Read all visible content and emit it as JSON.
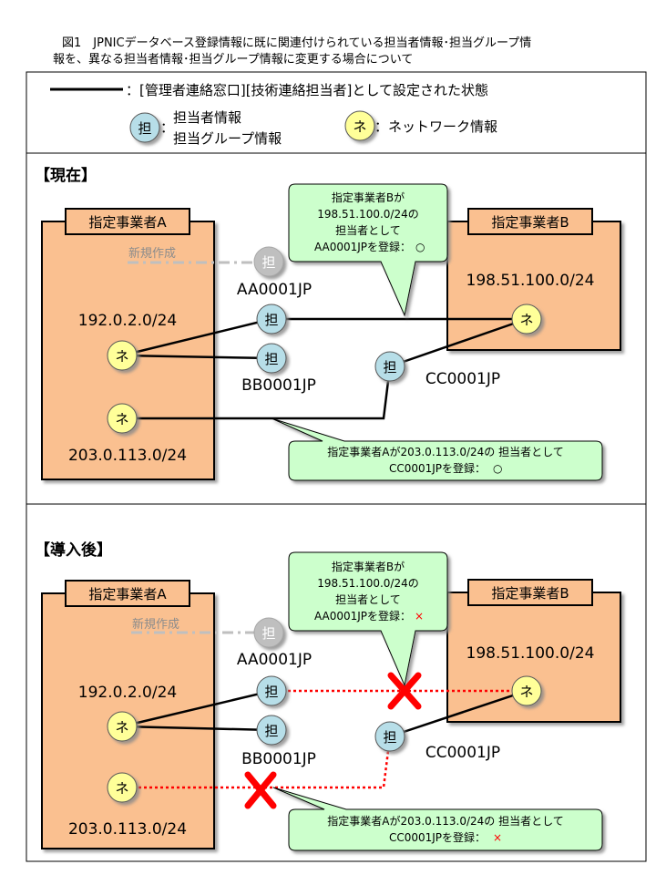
{
  "title_line1": "図1　JPNICデータベース登録情報に既に関連付けられている担当者情報･担当グループ情",
  "title_line2": "報を、異なる担当者情報･担当グループ情報に変更する場合について",
  "legend": {
    "line_label": "：[管理者連絡窓口][技術連絡担当者]として設定された状態",
    "contact_icon": "担",
    "contact_label_1": "担当者情報",
    "contact_label_2": "担当グループ情報",
    "contact_colon": "：",
    "network_icon": "ネ",
    "network_label": "：ネットワーク情報"
  },
  "sections": [
    {
      "heading": "【現在】",
      "org_a": "指定事業者A",
      "org_b": "指定事業者B",
      "new_label": "新規作成",
      "net_a1": "192.0.2.0/24",
      "net_a2": "203.0.113.0/24",
      "net_b": "198.51.100.0/24",
      "contact_aa": "AA0001JP",
      "contact_bb": "BB0001JP",
      "contact_cc": "CC0001JP",
      "callout_b": [
        "指定事業者Bが",
        "198.51.100.0/24の",
        "担当者として",
        "AA0001JPを登録："
      ],
      "callout_b_mark": "○",
      "callout_a": [
        "指定事業者Aが203.0.113.0/24の 担当者として",
        "CC0001JPを登録："
      ],
      "callout_a_mark": "○"
    },
    {
      "heading": "【導入後】",
      "org_a": "指定事業者A",
      "org_b": "指定事業者B",
      "new_label": "新規作成",
      "net_a1": "192.0.2.0/24",
      "net_a2": "203.0.113.0/24",
      "net_b": "198.51.100.0/24",
      "contact_aa": "AA0001JP",
      "contact_bb": "BB0001JP",
      "contact_cc": "CC0001JP",
      "callout_b": [
        "指定事業者Bが",
        "198.51.100.0/24の",
        "担当者として",
        "AA0001JPを登録："
      ],
      "callout_b_mark": "×",
      "callout_a": [
        "指定事業者Aが203.0.113.0/24の 担当者として",
        "CC0001JPを登録："
      ],
      "callout_a_mark": "×"
    }
  ],
  "icons": {
    "contact": "担",
    "network": "ネ"
  },
  "colors": {
    "org_fill": "#fac090",
    "contact_fill": "#b7dee8",
    "contact_new_fill": "#bfbfbf",
    "network_fill": "#ffff99",
    "callout_fill": "#ccffcc",
    "invalid_red": "#ff0000"
  }
}
